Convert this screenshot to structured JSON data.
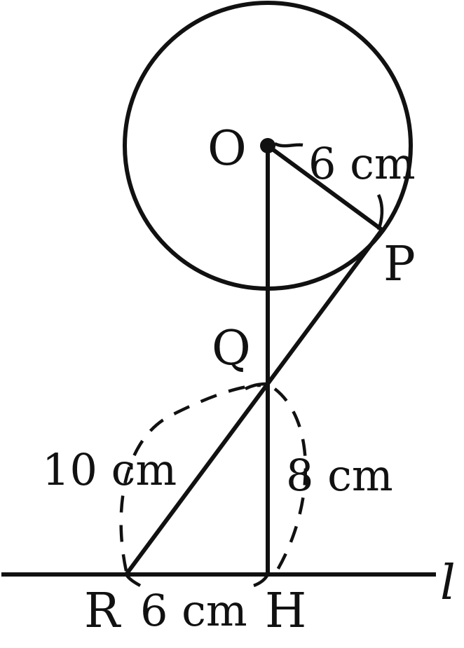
{
  "points": {
    "O": "O",
    "P": "P",
    "Q": "Q",
    "R": "R",
    "H": "H",
    "line": "l"
  },
  "lengths": {
    "OP": "6 cm",
    "RQ": "10 cm",
    "QH": "8 cm",
    "RH": "6 cm"
  }
}
